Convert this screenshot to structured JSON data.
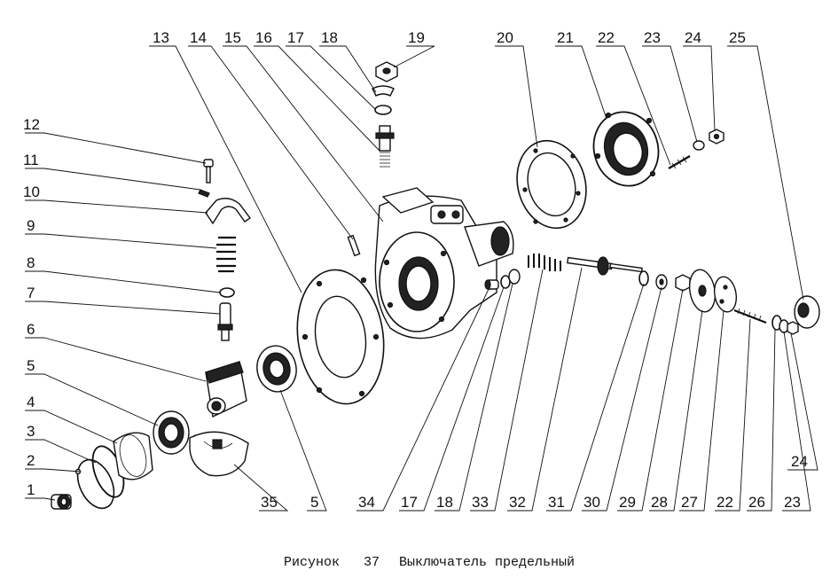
{
  "caption": {
    "prefix": "Рисунок",
    "number": "37",
    "title": "Выключатель предельный"
  },
  "callouts": [
    {
      "id": "c1",
      "text": "1"
    },
    {
      "id": "c2",
      "text": "2"
    },
    {
      "id": "c3",
      "text": "3"
    },
    {
      "id": "c4",
      "text": "4"
    },
    {
      "id": "c5a",
      "text": "5"
    },
    {
      "id": "c6",
      "text": "6"
    },
    {
      "id": "c7",
      "text": "7"
    },
    {
      "id": "c8",
      "text": "8"
    },
    {
      "id": "c9",
      "text": "9"
    },
    {
      "id": "c10",
      "text": "10"
    },
    {
      "id": "c11",
      "text": "11"
    },
    {
      "id": "c12",
      "text": "12"
    },
    {
      "id": "c13",
      "text": "13"
    },
    {
      "id": "c14",
      "text": "14"
    },
    {
      "id": "c15",
      "text": "15"
    },
    {
      "id": "c16",
      "text": "16"
    },
    {
      "id": "c17a",
      "text": "17"
    },
    {
      "id": "c18a",
      "text": "18"
    },
    {
      "id": "c19",
      "text": "19"
    },
    {
      "id": "c20",
      "text": "20"
    },
    {
      "id": "c21",
      "text": "21"
    },
    {
      "id": "c22a",
      "text": "22"
    },
    {
      "id": "c23a",
      "text": "23"
    },
    {
      "id": "c24a",
      "text": "24"
    },
    {
      "id": "c25",
      "text": "25"
    },
    {
      "id": "c35",
      "text": "35"
    },
    {
      "id": "c5b",
      "text": "5"
    },
    {
      "id": "c34",
      "text": "34"
    },
    {
      "id": "c17b",
      "text": "17"
    },
    {
      "id": "c18b",
      "text": "18"
    },
    {
      "id": "c33",
      "text": "33"
    },
    {
      "id": "c32",
      "text": "32"
    },
    {
      "id": "c31",
      "text": "31"
    },
    {
      "id": "c30",
      "text": "30"
    },
    {
      "id": "c29",
      "text": "29"
    },
    {
      "id": "c28",
      "text": "28"
    },
    {
      "id": "c27",
      "text": "27"
    },
    {
      "id": "c22b",
      "text": "22"
    },
    {
      "id": "c26",
      "text": "26"
    },
    {
      "id": "c23b",
      "text": "23"
    },
    {
      "id": "c24b",
      "text": "24"
    }
  ]
}
